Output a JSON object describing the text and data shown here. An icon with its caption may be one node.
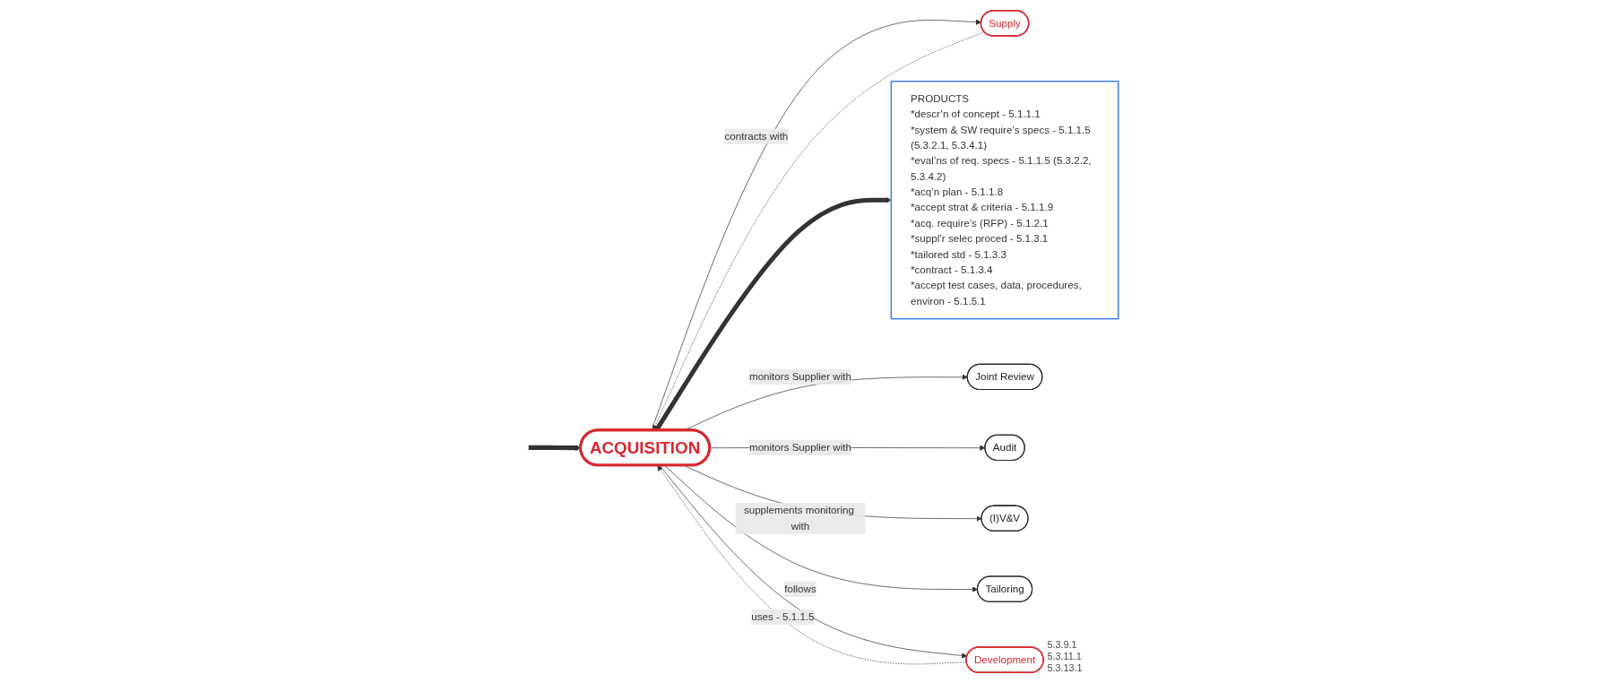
{
  "diagram": {
    "nodes": [
      {
        "text": [
          "ACQUISITION"
        ]
      },
      {
        "text": [
          "Supply"
        ]
      },
      {
        "text": [
          "PRODUCTS",
          "*descr’n of concept - 5.1.1.1",
          "*system & SW require’s specs - 5.1.1.5 (5.3.2.1, 5.3.4.1)",
          "*eval’ns of req. specs - 5.1.1.5 (5.3.2.2, 5.3.4.2)",
          "*acq’n plan - 5.1.1.8",
          "*accept strat & criteria - 5.1.1.9",
          "*acq. require’s (RFP) - 5.1.2.1",
          "*suppl’r selec proced - 5.1.3.1",
          "*tailored std - 5.1.3.3",
          "*contract - 5.1.3.4",
          "*accept test cases, data, procedures, environ - 5.1.5.1"
        ]
      },
      {
        "text": [
          "Joint Review"
        ]
      },
      {
        "text": [
          "Audit"
        ]
      },
      {
        "text": [
          "(I)V&V"
        ]
      },
      {
        "text": [
          "Tailoring"
        ]
      },
      {
        "text": [
          "Development"
        ],
        "beside": [
          "5.3.9.1",
          "5.3.11.1",
          "5.3.13.1"
        ]
      }
    ],
    "edges": [
      {
        "from": null,
        "to": 0,
        "arrow": "to",
        "style": "thick"
      },
      {
        "from": 7,
        "to": 0,
        "arrow": "to",
        "style": "dashed"
      },
      {
        "from": 0,
        "to": 1,
        "label": "contracts with",
        "arrow": "to"
      },
      {
        "from": 1,
        "to": 0,
        "arrow": "to",
        "style": "dashed"
      },
      {
        "from": 0,
        "to": 2,
        "arrow": "to",
        "style": "thick"
      },
      {
        "from": 0,
        "to": 3,
        "label": "monitors Supplier with",
        "arrow": "to"
      },
      {
        "from": 0,
        "to": 4,
        "label": "monitors Supplier with",
        "arrow": "to"
      },
      {
        "from": 0,
        "to": 5,
        "label": "supplements monitoring with",
        "arrow": "to"
      },
      {
        "from": 0,
        "to": 6,
        "label": "follows",
        "arrow": "to"
      },
      {
        "from": 0,
        "to": 7,
        "label": "uses - 5.1.1.5",
        "arrow": "to"
      }
    ]
  }
}
